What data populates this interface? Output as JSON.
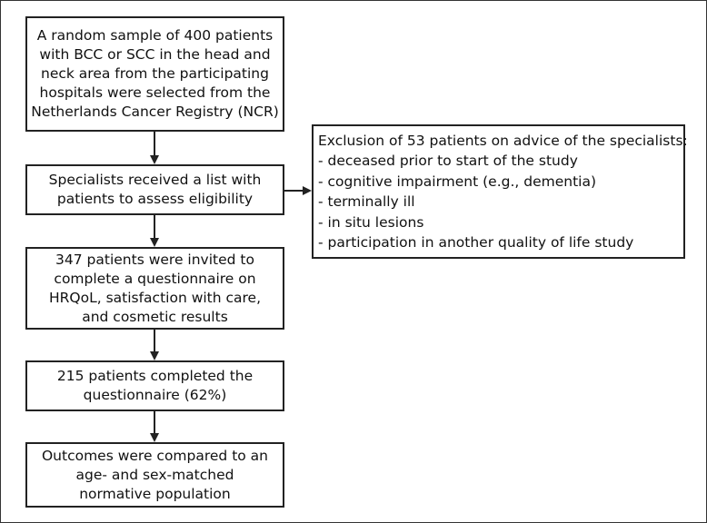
{
  "boxes": {
    "sample": {
      "lines": [
        "A random sample of 400 patients",
        "with BCC or SCC in the head and",
        "neck area from the participating",
        "hospitals were selected from the",
        "Netherlands Cancer Registry (NCR)"
      ]
    },
    "specialists": {
      "lines": [
        "Specialists received a list with",
        "patients to assess eligibility"
      ]
    },
    "invited": {
      "lines": [
        "347 patients were invited to",
        "complete a questionnaire on",
        "HRQoL, satisfaction with care,",
        "and cosmetic results"
      ]
    },
    "completed": {
      "lines": [
        "215 patients completed the",
        "questionnaire (62%)"
      ]
    },
    "outcomes": {
      "lines": [
        "Outcomes were compared to an",
        "age- and sex-matched",
        "normative population"
      ]
    },
    "exclusion": {
      "title": "Exclusion of 53 patients on advice of the specialists:",
      "items": [
        "- deceased prior to start of the study",
        "- cognitive impairment (e.g., dementia)",
        "- terminally ill",
        "- in situ lesions",
        "- participation in another quality of life study"
      ]
    }
  }
}
